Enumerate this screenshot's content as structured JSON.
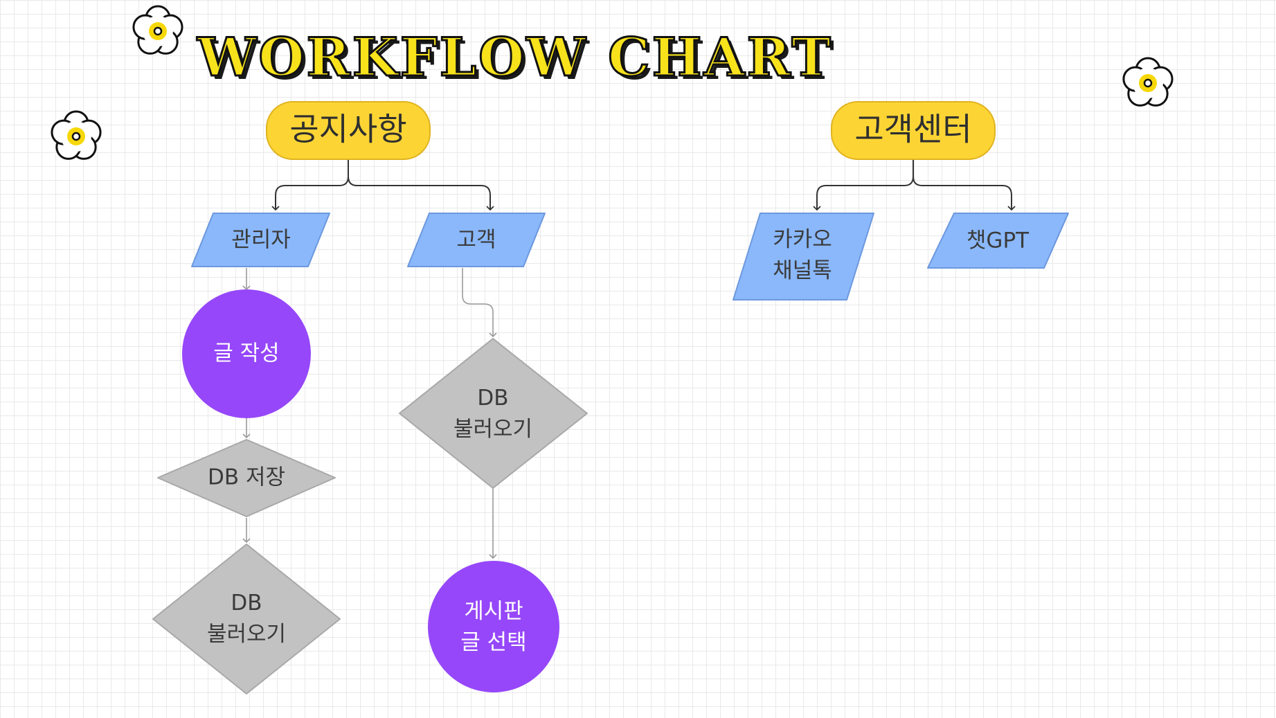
{
  "title": "WORKFLOW CHART",
  "colors": {
    "category_fill": "#fcd535",
    "category_stroke": "#e0b21e",
    "actor_fill": "#8ab8fb",
    "actor_stroke": "#6c98de",
    "process_fill": "#9647f9",
    "decision_fill": "#c2c2c2",
    "decision_stroke": "#a8a8a8",
    "flower_petal": "#ffffff",
    "flower_center": "#f6d80a"
  },
  "nodes": {
    "notice": "공지사항",
    "notice_admin": "관리자",
    "notice_customer": "고객",
    "write_post": "글 작성",
    "db_save": "DB 저장",
    "db_load_admin": "DB\n불러오기",
    "db_load_customer": "DB\n불러오기",
    "select_post": "게시판\n글 선택",
    "support": "고객센터",
    "kakao": "카카오\n채널톡",
    "chatgpt": "챗GPT"
  }
}
